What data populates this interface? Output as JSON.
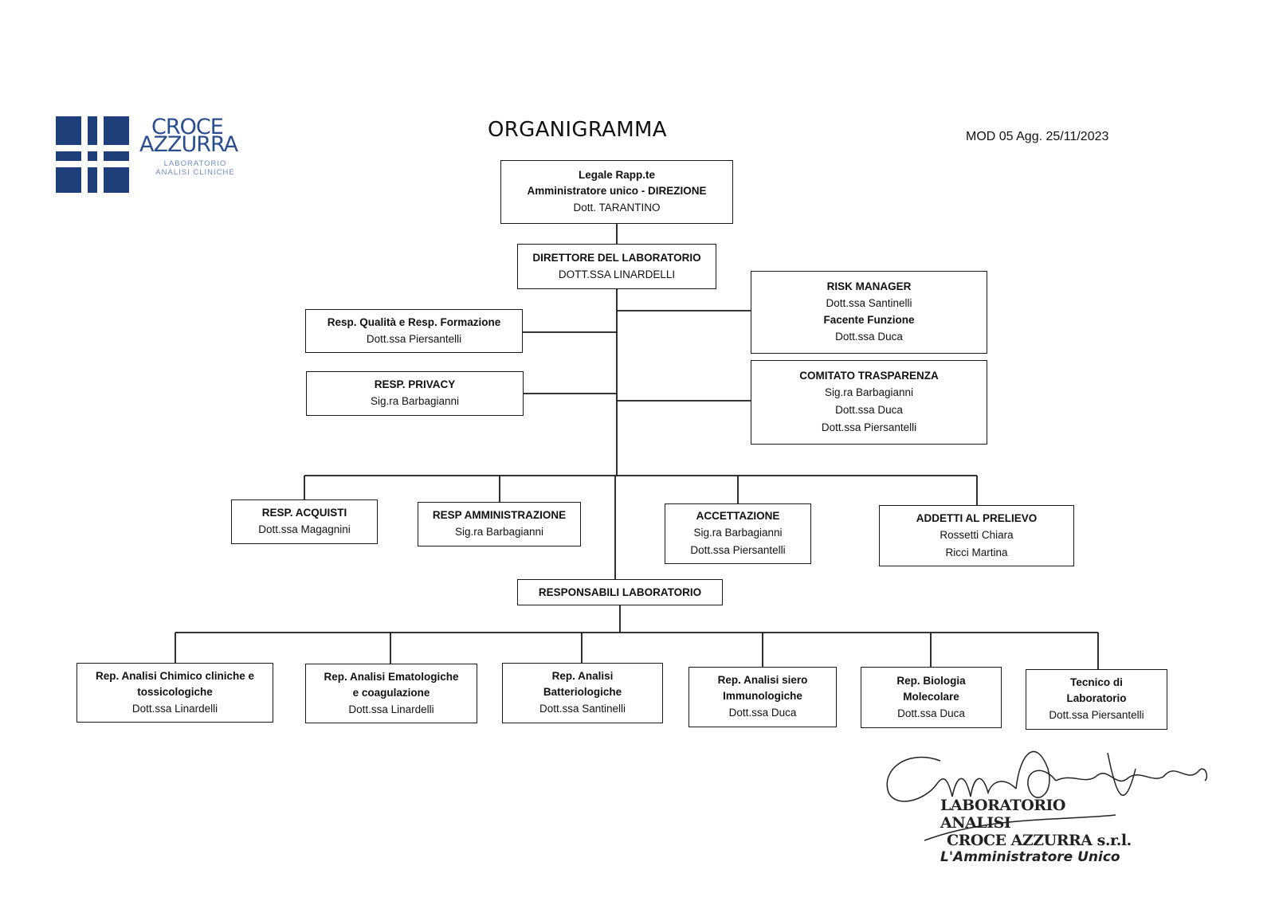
{
  "logo": {
    "line1": "CROCE",
    "line2": "AZZURRA",
    "sub1": "LABORATORIO",
    "sub2": "ANALISI CLINICHE",
    "color": "#2a4d8f"
  },
  "title": "ORGANIGRAMMA",
  "mod_ref": "MOD 05  Agg. 25/11/2023",
  "nodes": {
    "legale": {
      "l1": "Legale Rapp.te",
      "l2": "Amministratore unico - DIREZIONE",
      "l3": "Dott. TARANTINO"
    },
    "direttore": {
      "l1": "DIRETTORE DEL LABORATORIO",
      "l2": "DOTT.SSA LINARDELLI"
    },
    "risk": {
      "l1": "RISK MANAGER",
      "l2": "Dott.ssa Santinelli",
      "l3": "Facente Funzione",
      "l4": "Dott.ssa Duca"
    },
    "qualita": {
      "l1": "Resp. Qualità e Resp. Formazione",
      "l2": "Dott.ssa Piersantelli"
    },
    "privacy": {
      "l1": "RESP. PRIVACY",
      "l2": "Sig.ra Barbagianni"
    },
    "trasparenza": {
      "l1": "COMITATO TRASPARENZA",
      "l2": "Sig.ra Barbagianni",
      "l3": "Dott.ssa Duca",
      "l4": "Dott.ssa Piersantelli"
    },
    "acquisti": {
      "l1": "RESP. ACQUISTI",
      "l2": "Dott.ssa Magagnini"
    },
    "amministrazione": {
      "l1": "RESP AMMINISTRAZIONE",
      "l2": "Sig.ra Barbagianni"
    },
    "accettazione": {
      "l1": "ACCETTAZIONE",
      "l2": "Sig.ra Barbagianni",
      "l3": "Dott.ssa Piersantelli"
    },
    "prelievo": {
      "l1": "ADDETTI AL PRELIEVO",
      "l2": "Rossetti Chiara",
      "l3": "Ricci Martina"
    },
    "responsabili": {
      "l1": "RESPONSABILI LABORATORIO"
    },
    "chimico": {
      "l1": "Rep. Analisi Chimico cliniche e",
      "l2": "tossicologiche",
      "l3": "Dott.ssa Linardelli"
    },
    "ematologiche": {
      "l1": "Rep. Analisi Ematologiche",
      "l2": "e coagulazione",
      "l3": "Dott.ssa Linardelli"
    },
    "batteriologiche": {
      "l1": "Rep. Analisi",
      "l2": "Batteriologiche",
      "l3": "Dott.ssa Santinelli"
    },
    "siero": {
      "l1": "Rep. Analisi siero",
      "l2": "Immunologiche",
      "l3": "Dott.ssa Duca"
    },
    "biologia": {
      "l1": "Rep. Biologia",
      "l2": "Molecolare",
      "l3": "Dott.ssa Duca"
    },
    "tecnico": {
      "l1": "Tecnico di",
      "l2": "Laboratorio",
      "l3": "Dott.ssa Piersantelli"
    }
  },
  "stamp": {
    "line1": "LABORATORIO ANALISI",
    "line2": "CROCE AZZURRA s.r.l.",
    "line3": "L'Amministratore Unico"
  }
}
